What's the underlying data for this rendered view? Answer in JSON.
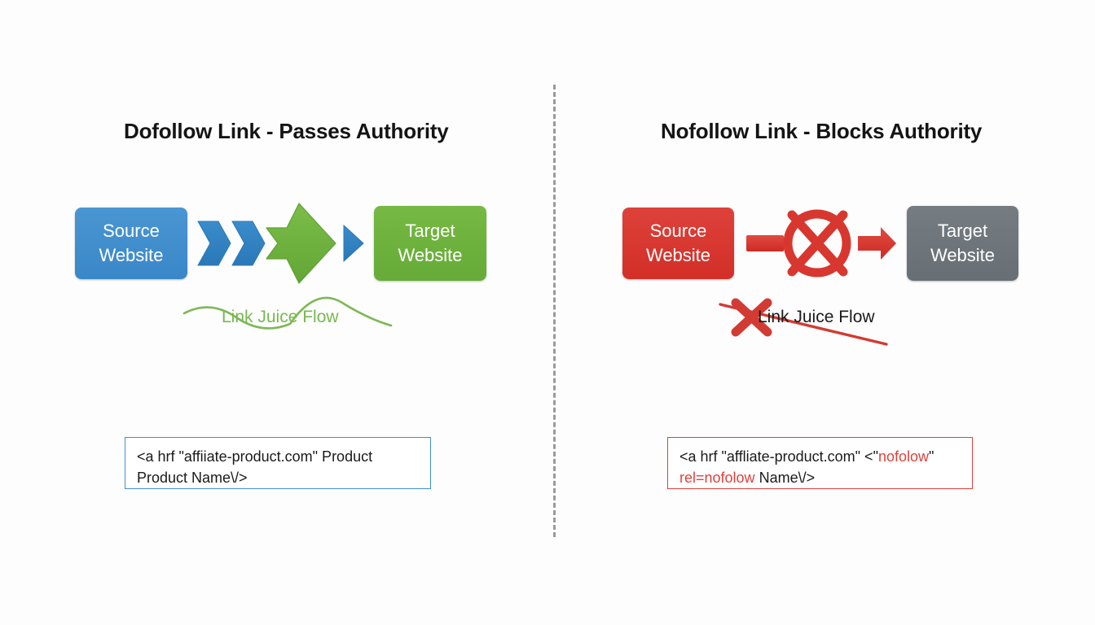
{
  "page": {
    "background": "#fdfdfd",
    "divider": "vertical-dashed-separator"
  },
  "left_panel": {
    "title": "Dofollow Link - Passes Authority",
    "source_box": {
      "line1": "Source",
      "line2": "Website",
      "color": "#3d8fd0"
    },
    "target_box": {
      "line1": "Target",
      "line2": "Website",
      "color": "#6cb33f"
    },
    "connector": {
      "type": "green-arrow-with-blue-chevrons",
      "chevron_color": "#2e7fc4",
      "arrow_color": "#6cb33f"
    },
    "flow_label": "Link Juice Flow",
    "flow_label_color": "#79b851",
    "flow_wave_color": "#79b851",
    "code": {
      "line1": "<a hrf  \"affiiate-product.com\" Product",
      "line2": "Product Name\\/>",
      "border_color": "#3f8fd0"
    }
  },
  "right_panel": {
    "title": "Nofollow Link - Blocks Authority",
    "source_box": {
      "line1": "Source",
      "line2": "Website",
      "color": "#d8372f"
    },
    "target_box": {
      "line1": "Target",
      "line2": "Website",
      "color": "#6e767c"
    },
    "connector": {
      "type": "blocked-arrow-with-crossed-circle",
      "color": "#d8372f"
    },
    "flow_label": "Link Juice Flow",
    "flow_label_color": "#1a1a1a",
    "strike_color": "#d23b33",
    "code": {
      "line1_part1": "<a hrf \"affliate-product.com\" <\"",
      "line1_red": "nofolow",
      "line1_part2": "\"",
      "line2_red": "rel=nofolow",
      "line2_part": " Name\\/>",
      "border_color": "#e0413c"
    }
  }
}
